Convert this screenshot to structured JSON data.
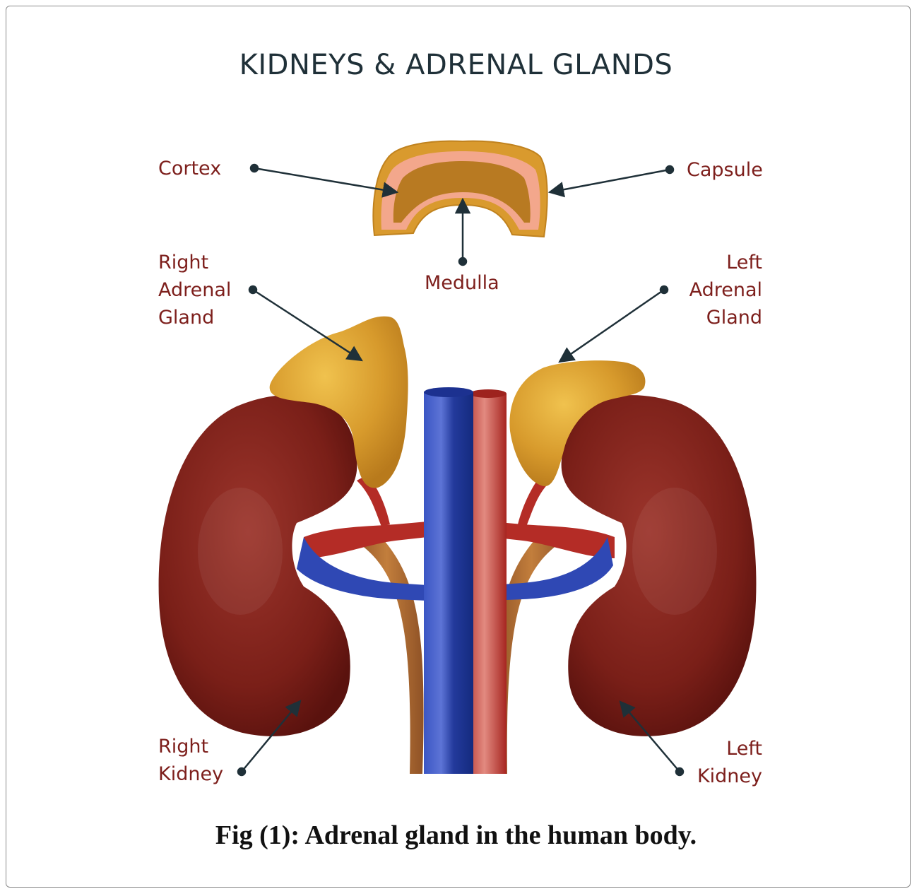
{
  "title": "KIDNEYS & ADRENAL GLANDS",
  "labels": {
    "cortex": "Cortex",
    "capsule": "Capsule",
    "medulla": "Medulla",
    "right_adrenal": [
      "Right",
      "Adrenal",
      "Gland"
    ],
    "left_adrenal": [
      "Left",
      "Adrenal",
      "Gland"
    ],
    "right_kidney": [
      "Right",
      "Kidney"
    ],
    "left_kidney": [
      "Left",
      "Kidney"
    ]
  },
  "caption": "Fig (1): Adrenal gland in the human body.",
  "colors": {
    "label_text": "#7d1f1c",
    "title_text": "#1f3038",
    "kidney": "#7a1f18",
    "adrenal": "#d79a2c",
    "vein": "#2a3fa8",
    "artery": "#b42c26",
    "ureter": "#b06a32",
    "pointer": "#1f3038"
  }
}
